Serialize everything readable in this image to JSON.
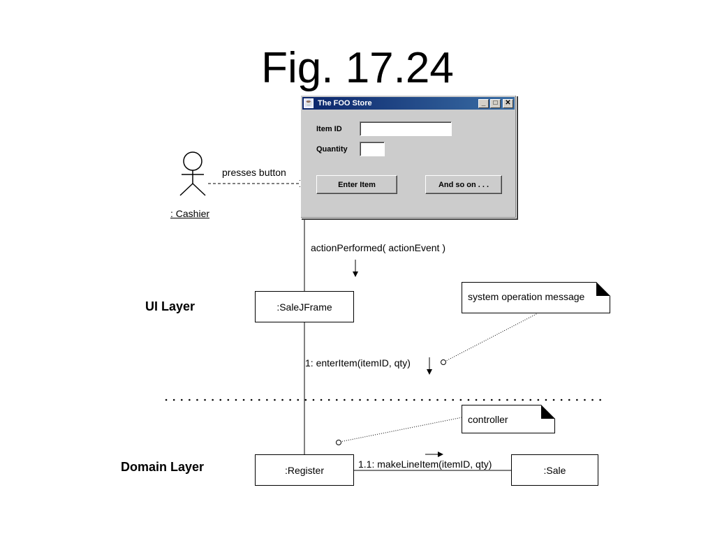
{
  "title": "Fig. 17.24",
  "window": {
    "title": "The FOO Store",
    "item_id_label": "Item ID",
    "quantity_label": "Quantity",
    "item_id_value": "",
    "quantity_value": "",
    "enter_button": "Enter Item",
    "more_button": "And so on . . .",
    "minimize_glyph": "_",
    "maximize_glyph": "□",
    "close_glyph": "✕"
  },
  "actor": {
    "name": ": Cashier"
  },
  "messages": {
    "presses": "presses button",
    "action_performed": "actionPerformed( actionEvent )",
    "enter_item": "1: enterItem(itemID, qty)",
    "make_line_item": "1.1: makeLineItem(itemID, qty)"
  },
  "objects": {
    "sale_jframe": ":SaleJFrame",
    "register": ":Register",
    "sale": ":Sale"
  },
  "notes": {
    "system_operation": "system operation message",
    "controller": "controller"
  },
  "layers": {
    "ui": "UI Layer",
    "domain": "Domain Layer"
  }
}
